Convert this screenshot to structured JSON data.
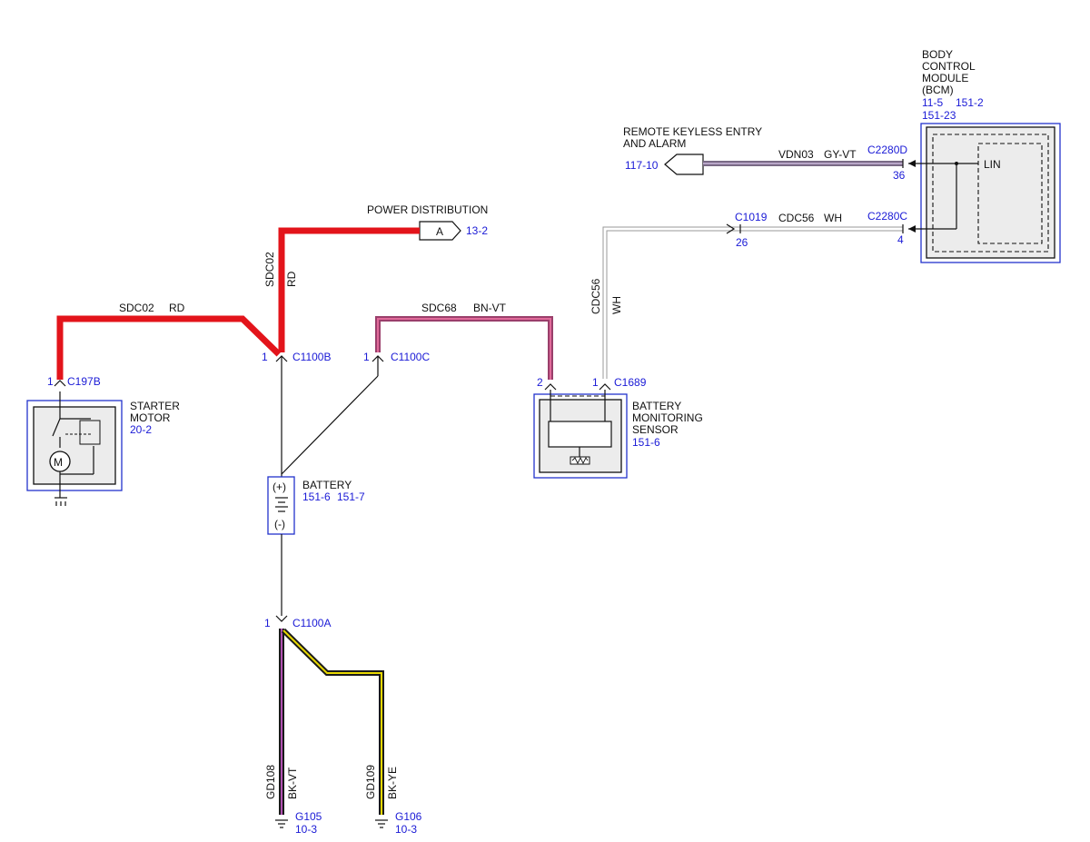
{
  "colors": {
    "red": "#e3141b",
    "brown_violet": "#9a3f6b",
    "gray_violet": "#8f7f99",
    "white_wire": "#c8c8c8",
    "yellow": "#e8d800",
    "black": "#1a1a1a",
    "violet": "#b050b0",
    "blue_text": "#1a1ad6",
    "component_fill": "#ececec"
  },
  "components": {
    "bcm": {
      "l1": "BODY",
      "l2": "CONTROL",
      "l3": "MODULE",
      "l4": "(BCM)",
      "ref1": "11-5",
      "ref2": "151-2",
      "ref3": "151-23",
      "pin_label": "LIN"
    },
    "rke": {
      "l1": "REMOTE KEYLESS ENTRY",
      "l2": "AND ALARM",
      "ref": "117-10"
    },
    "power_dist": {
      "label": "POWER DISTRIBUTION",
      "connector": "A",
      "ref": "13-2"
    },
    "starter": {
      "l1": "STARTER",
      "l2": "MOTOR",
      "ref": "20-2",
      "motor_symbol": "M"
    },
    "battery": {
      "label": "BATTERY",
      "ref1": "151-6",
      "ref2": "151-7",
      "pos": "(+)",
      "neg": "(-)"
    },
    "bms": {
      "l1": "BATTERY",
      "l2": "MONITORING",
      "l3": "SENSOR",
      "ref": "151-6"
    }
  },
  "connectors": {
    "c2280d": {
      "name": "C2280D",
      "pin": "36"
    },
    "c2280c": {
      "name": "C2280C",
      "pin": "4"
    },
    "c1019": {
      "name": "C1019",
      "pin": "26"
    },
    "c1100b": {
      "name": "C1100B",
      "pin": "1"
    },
    "c1100c": {
      "name": "C1100C",
      "pin": "1"
    },
    "c197b": {
      "name": "C197B",
      "pin": "1"
    },
    "c1689": {
      "name": "C1689",
      "pin_a": "2",
      "pin_b": "1"
    },
    "c1100a": {
      "name": "C1100A",
      "pin": "1"
    }
  },
  "circuits": {
    "vdn03": {
      "id": "VDN03",
      "color": "GY-VT"
    },
    "cdc56_h": {
      "id": "CDC56",
      "color": "WH"
    },
    "cdc56_v": {
      "id": "CDC56",
      "color": "WH"
    },
    "sdc02_v": {
      "id": "SDC02",
      "color": "RD"
    },
    "sdc02_h": {
      "id": "SDC02",
      "color": "RD"
    },
    "sdc68": {
      "id": "SDC68",
      "color": "BN-VT"
    },
    "gd108": {
      "id": "GD108",
      "color": "BK-VT"
    },
    "gd109": {
      "id": "GD109",
      "color": "BK-YE"
    }
  },
  "grounds": {
    "g105": {
      "name": "G105",
      "ref": "10-3"
    },
    "g106": {
      "name": "G106",
      "ref": "10-3"
    }
  }
}
